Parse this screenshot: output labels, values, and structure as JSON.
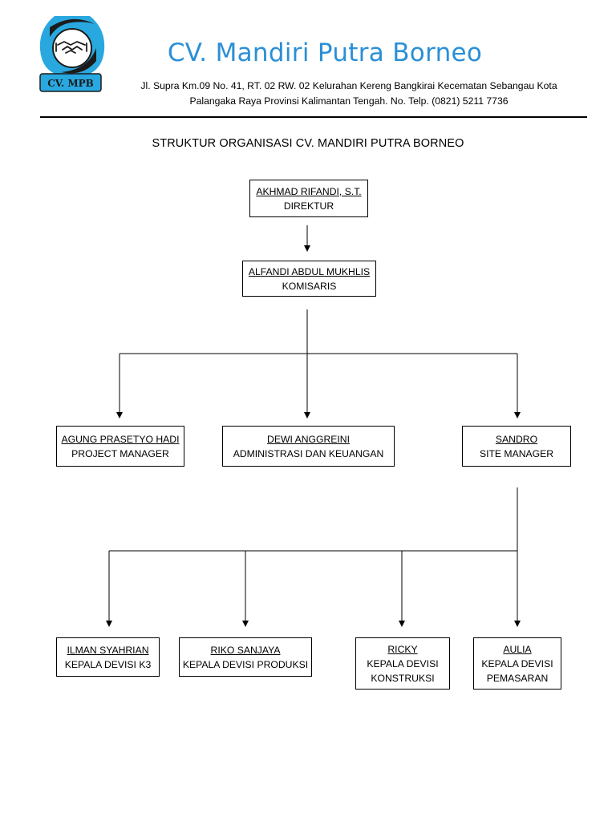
{
  "header": {
    "logo_text": "CV. MPB",
    "company_name": "CV. Mandiri Putra Borneo",
    "address_line1": "Jl. Supra Km.09 No. 41, RT. 02 RW. 02 Kelurahan Kereng Bangkirai Kecematan Sebangau Kota",
    "address_line2": "Palangaka Raya Provinsi Kalimantan Tengah. No. Telp. (0821) 5211 7736"
  },
  "title": "STRUKTUR ORGANISASI CV. MANDIRI PUTRA BORNEO",
  "org": {
    "direktur": {
      "name": "AKHMAD RIFANDI, S.T.",
      "role": "DIREKTUR"
    },
    "komisaris": {
      "name": "ALFANDI ABDUL MUKHLIS",
      "role": "KOMISARIS"
    },
    "project_manager": {
      "name": "AGUNG PRASETYO HADI",
      "role": "PROJECT MANAGER"
    },
    "administrasi": {
      "name": "DEWI ANGGREINI",
      "role": "ADMINISTRASI DAN KEUANGAN"
    },
    "site_manager": {
      "name": "SANDRO",
      "role": "SITE MANAGER"
    },
    "k3": {
      "name": "ILMAN SYAHRIAN",
      "role": "KEPALA DEVISI K3"
    },
    "produksi": {
      "name": "RIKO SANJAYA",
      "role": "KEPALA DEVISI PRODUKSI"
    },
    "konstruksi": {
      "name": "RICKY",
      "role": "KEPALA DEVISI\nKONSTRUKSI"
    },
    "pemasaran": {
      "name": "AULIA",
      "role": "KEPALA DEVISI\nPEMASARAN"
    }
  },
  "colors": {
    "brand": "#2a8fd6",
    "logo_blue": "#29a8e0",
    "logo_dark": "#1b1b1b"
  }
}
